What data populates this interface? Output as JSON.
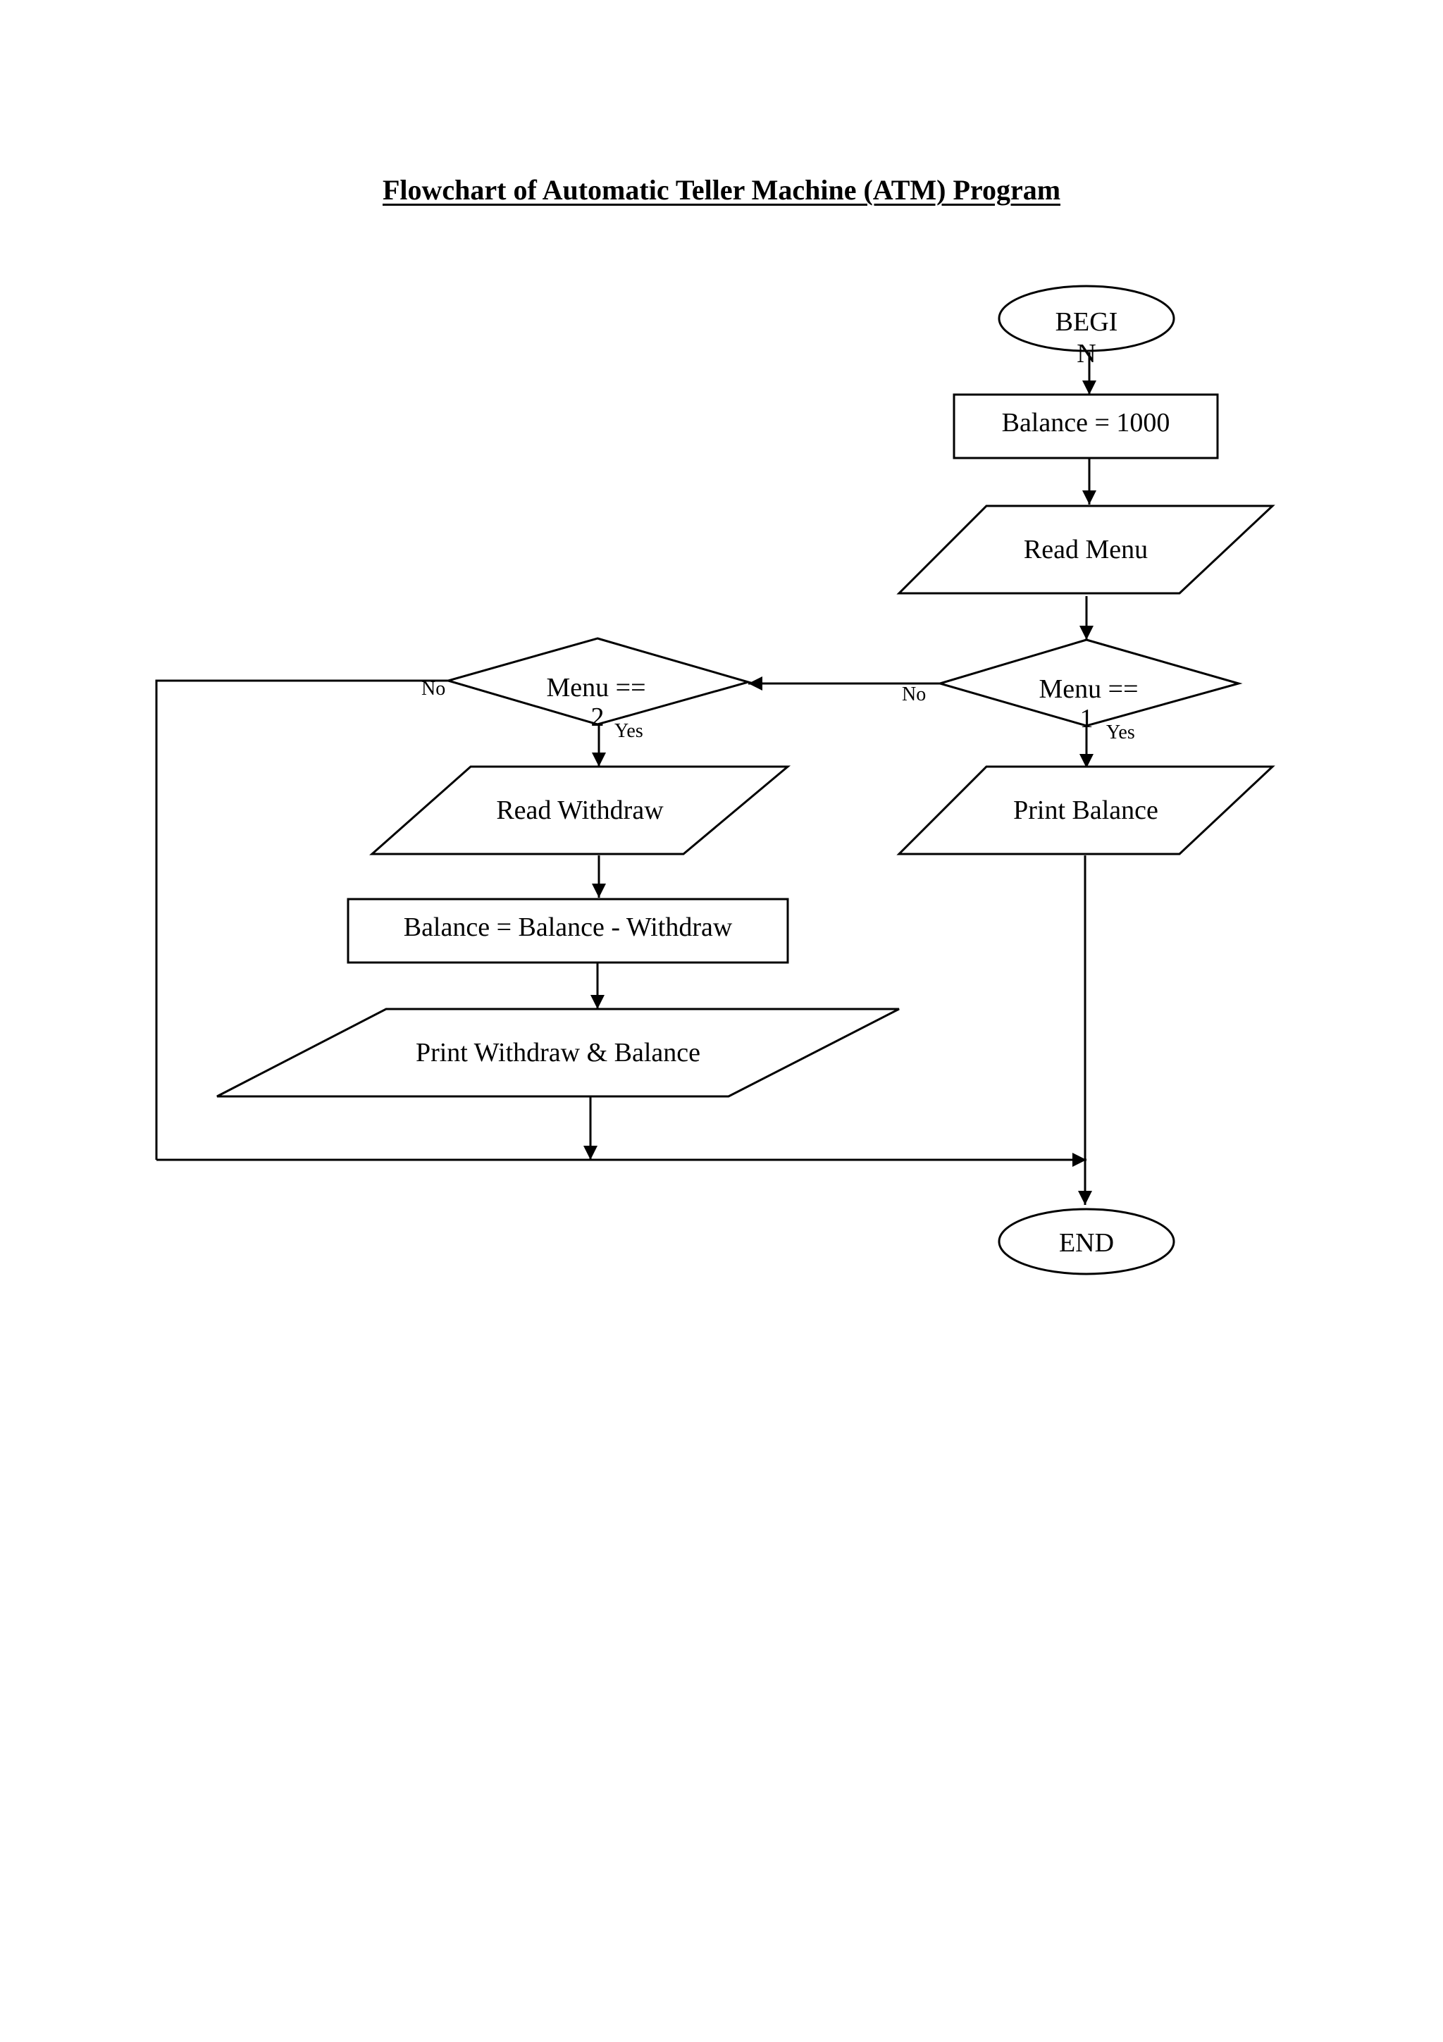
{
  "title": "Flowchart of Automatic Teller Machine (ATM) Program",
  "nodes": {
    "begin": {
      "shape": "ellipse",
      "lines": [
        "BEGI",
        "N"
      ]
    },
    "init_balance": {
      "shape": "rectangle",
      "lines": [
        "Balance = 1000"
      ]
    },
    "read_menu": {
      "shape": "parallelogram",
      "lines": [
        "Read Menu"
      ]
    },
    "menu_eq_1": {
      "shape": "diamond",
      "lines": [
        "Menu ==",
        "1"
      ]
    },
    "menu_eq_2": {
      "shape": "diamond",
      "lines": [
        "Menu ==",
        "2"
      ]
    },
    "print_balance": {
      "shape": "parallelogram",
      "lines": [
        "Print Balance"
      ]
    },
    "read_withdraw": {
      "shape": "parallelogram",
      "lines": [
        "Read Withdraw"
      ]
    },
    "update_balance": {
      "shape": "rectangle",
      "lines": [
        "Balance = Balance - Withdraw"
      ]
    },
    "print_withdraw_balance": {
      "shape": "parallelogram",
      "lines": [
        "Print Withdraw & Balance"
      ]
    },
    "end": {
      "shape": "ellipse",
      "lines": [
        "END"
      ]
    }
  },
  "edge_labels": {
    "menu1_no": "No",
    "menu1_yes": "Yes",
    "menu2_no": "No",
    "menu2_yes": "Yes"
  },
  "edges": [
    {
      "from": "begin",
      "to": "init_balance"
    },
    {
      "from": "init_balance",
      "to": "read_menu"
    },
    {
      "from": "read_menu",
      "to": "menu_eq_1"
    },
    {
      "from": "menu_eq_1",
      "to": "print_balance",
      "label": "Yes"
    },
    {
      "from": "menu_eq_1",
      "to": "menu_eq_2",
      "label": "No"
    },
    {
      "from": "menu_eq_2",
      "to": "read_withdraw",
      "label": "Yes"
    },
    {
      "from": "menu_eq_2",
      "to": "end",
      "label": "No"
    },
    {
      "from": "read_withdraw",
      "to": "update_balance"
    },
    {
      "from": "update_balance",
      "to": "print_withdraw_balance"
    },
    {
      "from": "print_withdraw_balance",
      "to": "end"
    },
    {
      "from": "print_balance",
      "to": "end"
    }
  ]
}
